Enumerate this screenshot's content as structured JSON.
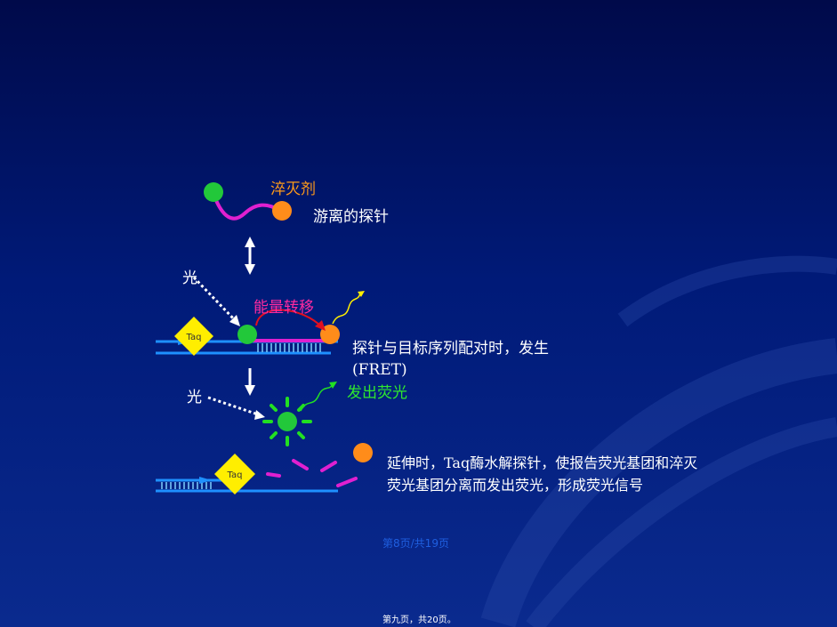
{
  "labels": {
    "quencher": "淬灭剂",
    "free_probe": "游离的探针",
    "light_1": "光",
    "energy_transfer": "能量转移",
    "fret_line1": "探针与目标序列配对时，发生",
    "fret_line2": "(FRET)",
    "light_2": "光",
    "emit_fluorescence": "发出荧光",
    "extension": "延伸时，Taq酶水解探针，使报告荧光基团和淬灭荧光基团分离而发出荧光，形成荧光信号",
    "taq_1": "Taq",
    "taq_2": "Taq"
  },
  "footer": {
    "page_blue": "第8页/共19页",
    "page_white": "第九页，共20页。"
  },
  "colors": {
    "reporter": "#22c83a",
    "quencher": "#ff8c1a",
    "probe_strand": "#e020d0",
    "taq": "#ffee00",
    "dna": "#1e90ff",
    "arrow": "#ffffff",
    "energy_arrow": "#e01020"
  }
}
